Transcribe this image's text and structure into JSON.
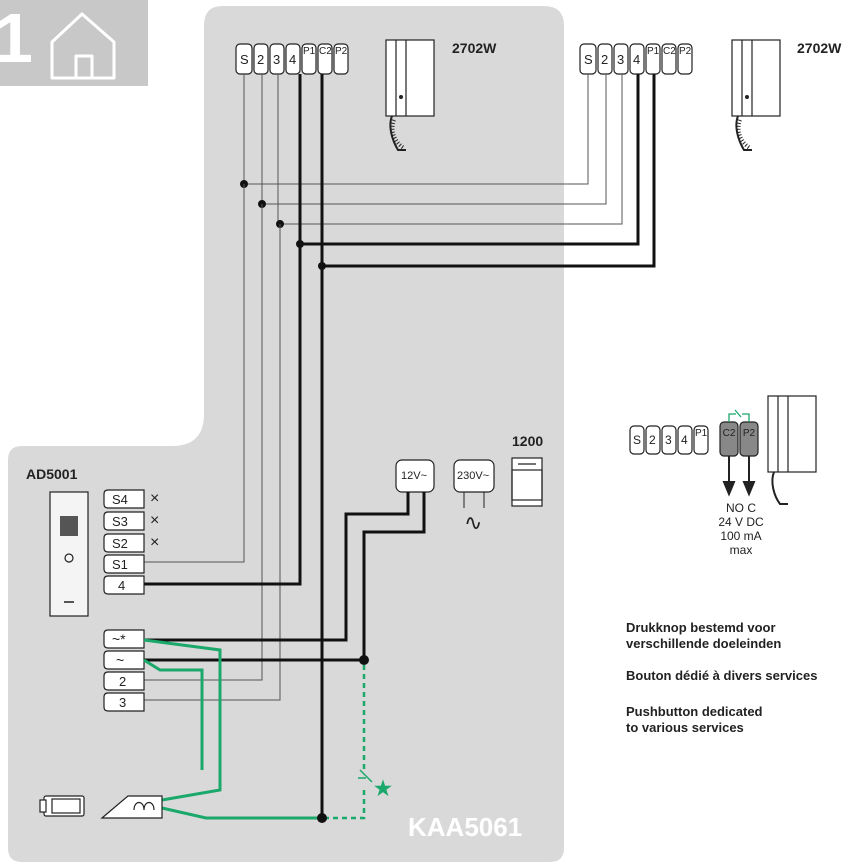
{
  "diagram": {
    "installation_code": "KAA5061",
    "corner_number": "1",
    "handset_left": {
      "model": "2702W",
      "terminals": [
        "S",
        "2",
        "3",
        "4",
        "P1",
        "C2",
        "P2"
      ]
    },
    "handset_right": {
      "model": "2702W",
      "terminals": [
        "S",
        "2",
        "3",
        "4",
        "P1",
        "C2",
        "P2"
      ]
    },
    "handset_detail": {
      "terminals": [
        "S",
        "2",
        "3",
        "4",
        "P1",
        "C2",
        "P2"
      ],
      "contact_spec": [
        "NO C",
        "24 V DC",
        "100 mA",
        "max"
      ]
    },
    "door_panel": {
      "model": "AD5001",
      "button_terminals": [
        {
          "label": "S4",
          "state": "×"
        },
        {
          "label": "S3",
          "state": "×"
        },
        {
          "label": "S2",
          "state": "×"
        },
        {
          "label": "S1",
          "state": ""
        },
        {
          "label": "4",
          "state": ""
        }
      ],
      "supply_terminals": [
        "~*",
        "~",
        "2",
        "3"
      ]
    },
    "power_supply": {
      "model": "1200",
      "output": "12V~",
      "input": "230V~",
      "ac_symbol": "∿"
    },
    "pushbutton_marker": "★",
    "captions": {
      "nl": [
        "Drukknop bestemd voor",
        "verschillende doeleinden"
      ],
      "fr": [
        "Bouton dédié à divers services"
      ],
      "en": [
        "Pushbutton dedicated",
        "to various services"
      ]
    },
    "colors": {
      "panel_gray": "#d9d9d9",
      "corner_gray": "#c8c8c8",
      "wire": "#111111",
      "green_wire": "#1aa86b",
      "thin_wire": "#555555"
    }
  }
}
